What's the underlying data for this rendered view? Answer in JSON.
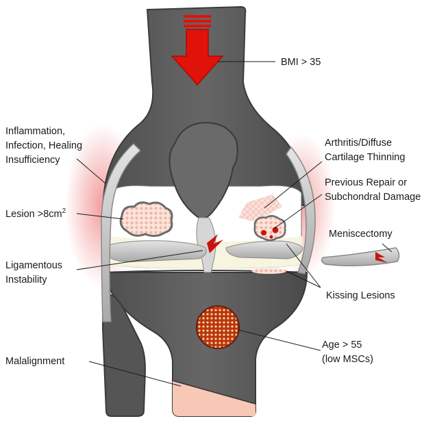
{
  "labels": {
    "bmi": "BMI > 35",
    "inflammation_1": "Inflammation,",
    "inflammation_2": "Infection, Healing",
    "inflammation_3": "Insufficiency",
    "arthritis_1": "Arthritis/Diffuse",
    "arthritis_2": "Cartilage Thinning",
    "repair_1": "Previous Repair or",
    "repair_2": "Subchondral Damage",
    "lesion_prefix": "Lesion >8cm",
    "lesion_sup": "2",
    "meniscectomy": "Meniscectomy",
    "ligament_1": "Ligamentous",
    "ligament_2": "Instability",
    "kissing": "Kissing Lesions",
    "age_1": "Age > 55",
    "age_2": "(low MSCs)",
    "malalignment": "Malalignment"
  },
  "colors": {
    "bone": "#5c5c5c",
    "bone_edge": "#3a3a3a",
    "cartilage": "#f7f5e6",
    "meniscus": "#cfcfcf",
    "arrow": "#e0120a",
    "inflammation_glow": "#e84a4a",
    "lesion_dot": "#f3b9a8",
    "malalignment_fill": "#f6c8b5"
  }
}
